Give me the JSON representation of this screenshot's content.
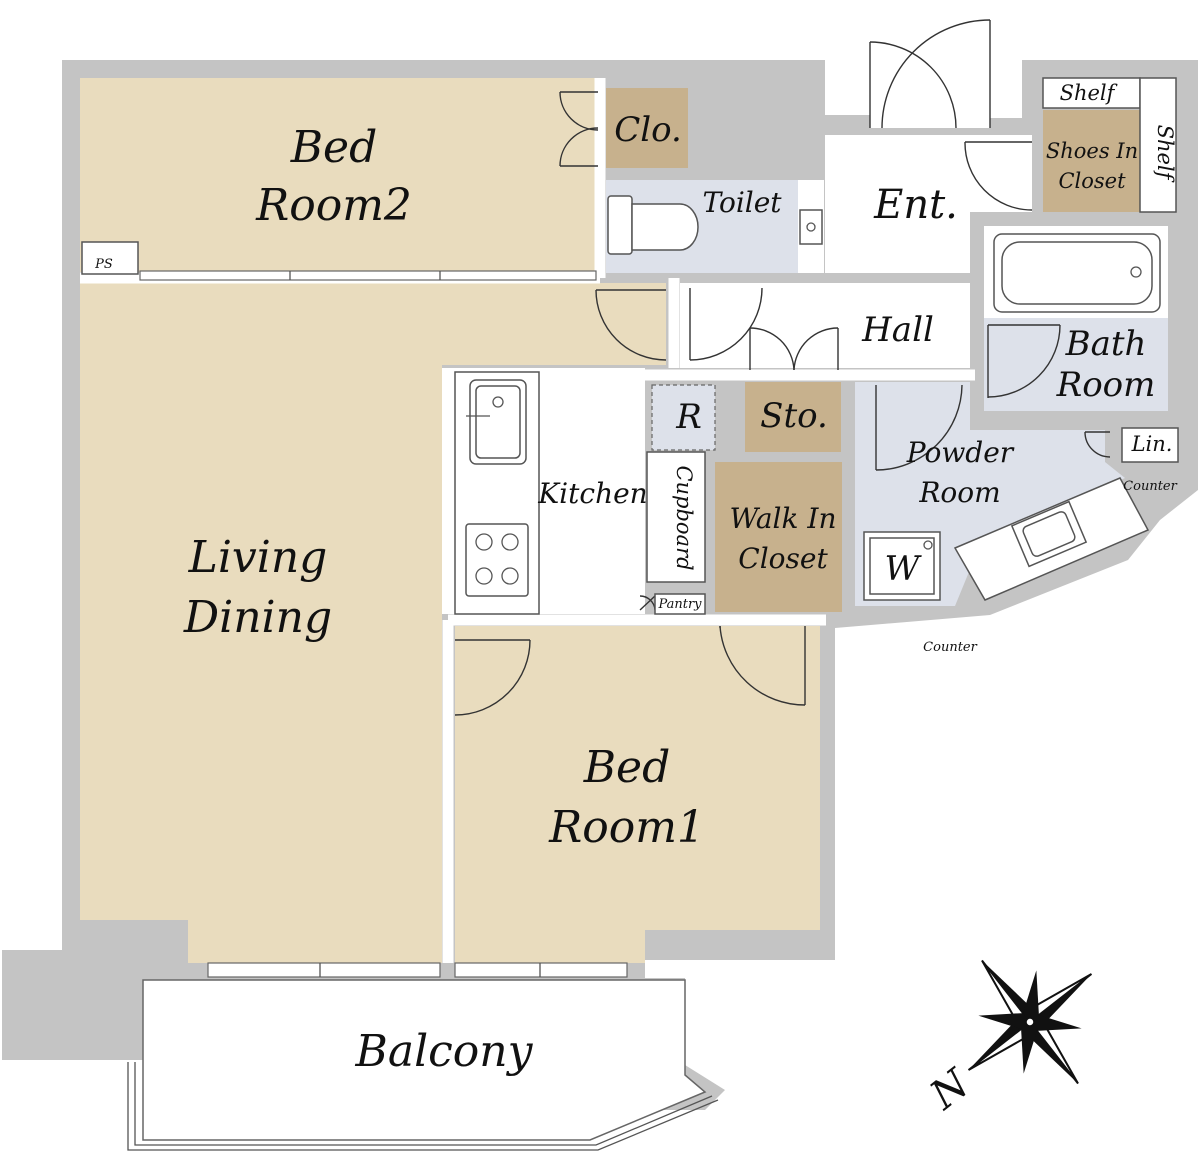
{
  "colors": {
    "wall": "#c4c4c4",
    "living": "#e9dcbe",
    "storage": "#c7b18d",
    "wet": "#dde1ea",
    "floor": "#ffffff",
    "line": "#555555"
  },
  "rooms": {
    "bedroom2": {
      "line1": "Bed",
      "line2": "Room2"
    },
    "closet": "Clo.",
    "toilet": "Toilet",
    "entrance": "Ent.",
    "shelf_top": "Shelf",
    "shelf_side": "Shelf",
    "shoes": {
      "line1": "Shoes In",
      "line2": "Closet"
    },
    "ps": "PS",
    "hall": "Hall",
    "bath": {
      "line1": "Bath",
      "line2": "Room"
    },
    "refrigerator": "R",
    "storage": "Sto.",
    "linen": "Lin.",
    "powder": {
      "line1": "Powder",
      "line2": "Room"
    },
    "counter_right": "Counter",
    "kitchen": "Kitchen",
    "cupboard": "Cupboard",
    "walkin": {
      "line1": "Walk In",
      "line2": "Closet"
    },
    "washer": "W",
    "pantry": "Pantry",
    "counter_bottom": "Counter",
    "living": {
      "line1": "Living",
      "line2": "Dining"
    },
    "bedroom1": {
      "line1": "Bed",
      "line2": "Room1"
    },
    "balcony": "Balcony"
  },
  "compass": {
    "north_label": "N"
  }
}
